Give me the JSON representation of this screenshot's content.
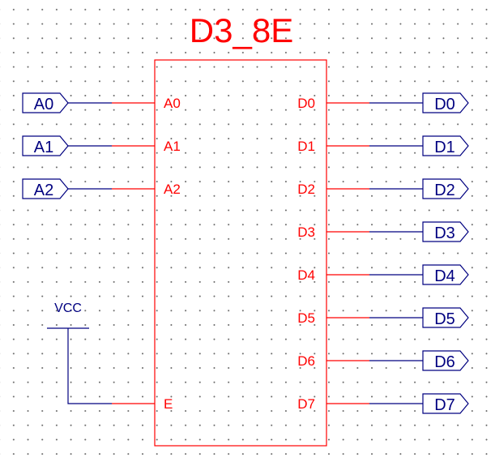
{
  "component": {
    "title": "D3_8E",
    "inputs": [
      "A0",
      "A1",
      "A2"
    ],
    "enable_pin": "E",
    "outputs": [
      "D0",
      "D1",
      "D2",
      "D3",
      "D4",
      "D5",
      "D6",
      "D7"
    ]
  },
  "input_ports": [
    "A0",
    "A1",
    "A2"
  ],
  "output_ports": [
    "D0",
    "D1",
    "D2",
    "D3",
    "D4",
    "D5",
    "D6",
    "D7"
  ],
  "power": {
    "label": "VCC"
  },
  "colors": {
    "component": "#ff0000",
    "wire": "#000080",
    "grid_dot": "#6b6b6b",
    "background": "#ffffff"
  }
}
